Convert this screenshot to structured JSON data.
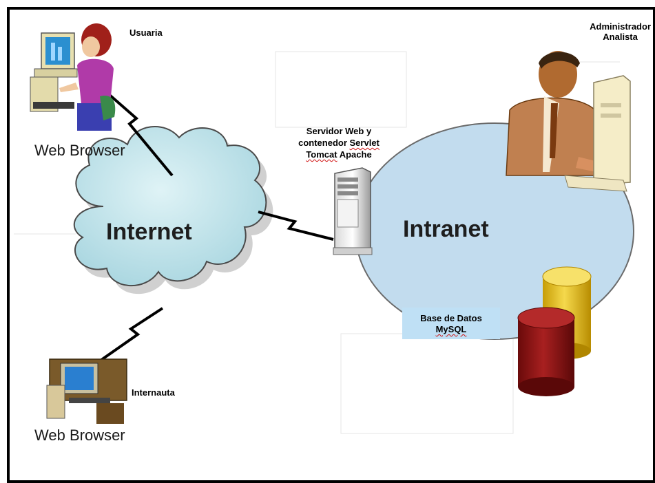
{
  "nodes": {
    "user1": {
      "title": "Usuaria",
      "caption": "Web Browser"
    },
    "user2": {
      "title": "Internauta",
      "caption": "Web Browser"
    },
    "admin": {
      "title_line1": "Administrador",
      "title_line2": "Analista"
    },
    "internet": {
      "label": "Internet"
    },
    "intranet": {
      "label": "Intranet"
    },
    "server": {
      "line1": "Servidor Web y",
      "line2_prefix": "contenedor ",
      "line2_highlight": "Servlet",
      "line3_highlight": "Tomcat",
      "line3_suffix": " Apache"
    },
    "database": {
      "line1": "Base de Datos",
      "line2": "MySQL"
    }
  },
  "colors": {
    "cloud_fill": "#bfe3ea",
    "intranet_fill": "#c2dcee",
    "db_label_bg": "#bfe0f5",
    "cylinder_yellow": "#e6c21e",
    "cylinder_red": "#8e1414",
    "link": "#000000"
  }
}
